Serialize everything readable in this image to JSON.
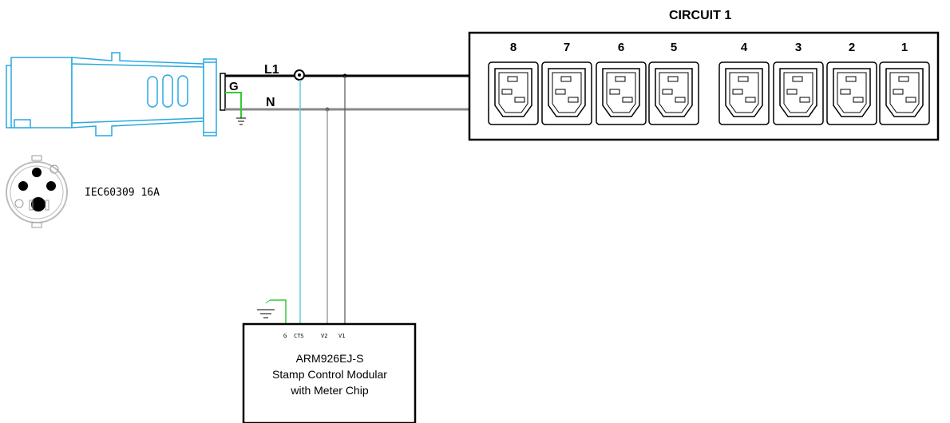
{
  "title": "CIRCUIT 1",
  "outlets": [
    "8",
    "7",
    "6",
    "5",
    "4",
    "3",
    "2",
    "1"
  ],
  "wires": {
    "line": "L1",
    "neutral": "N",
    "ground": "G"
  },
  "plug_label": "IEC60309 16A",
  "module": {
    "pins": {
      "g": "G",
      "cts": "CTS",
      "v2": "V2",
      "v1": "V1"
    },
    "line1": "ARM926EJ-S",
    "line2": "Stamp Control Modular",
    "line3": "with Meter Chip"
  },
  "colors": {
    "plug": "#29a9e0",
    "ground_wire": "#33cc33",
    "ct_wire": "#66ccdd",
    "neutral_wire": "#888888",
    "line_wire": "#000000"
  }
}
